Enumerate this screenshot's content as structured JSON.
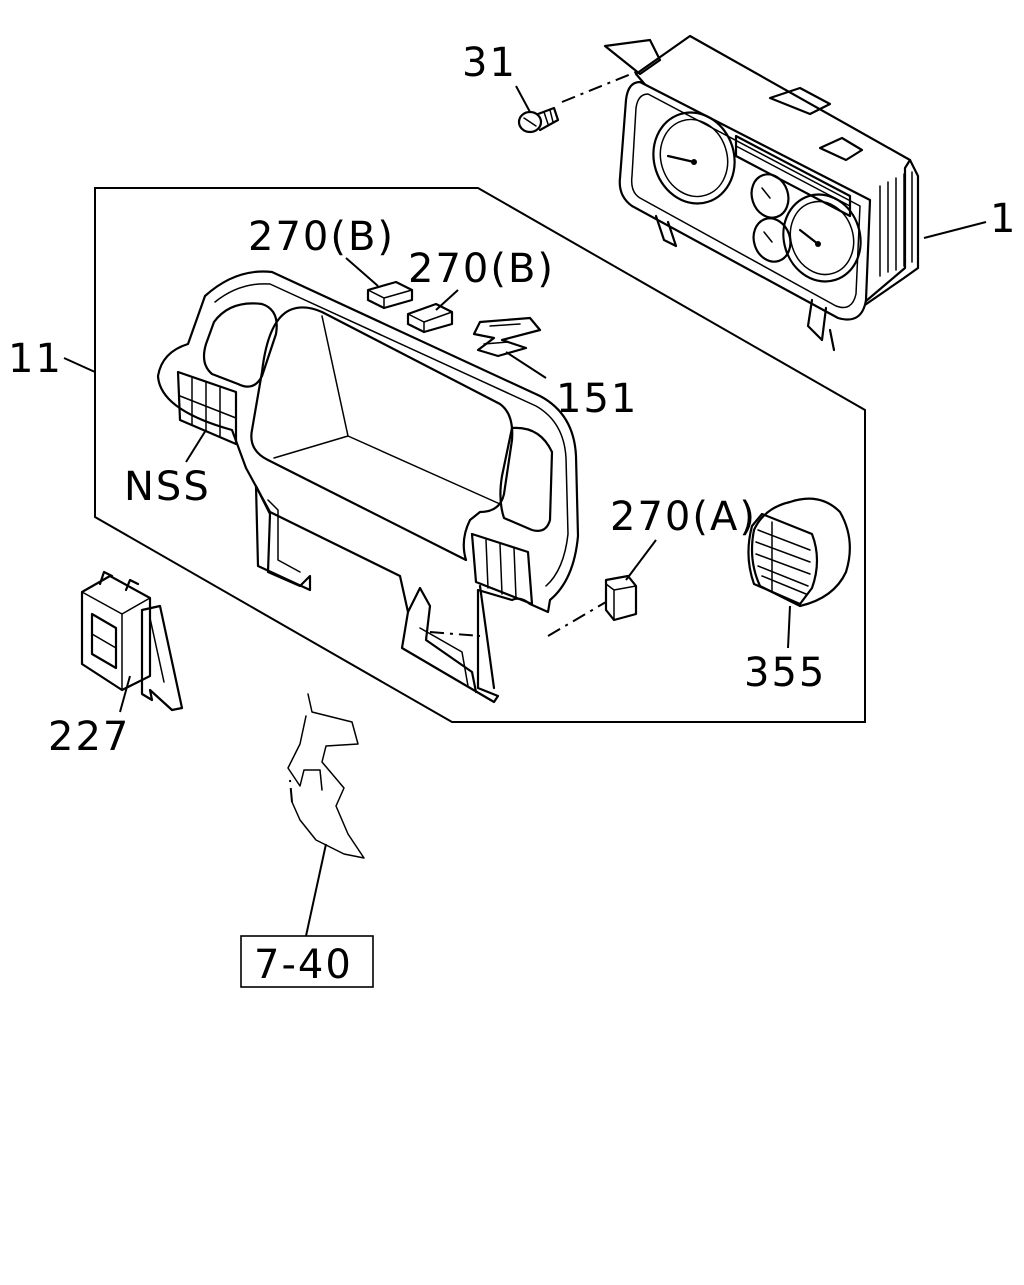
{
  "labels": {
    "part_1": "1",
    "part_11": "11",
    "part_31": "31",
    "part_151": "151",
    "part_227": "227",
    "part_270a": "270(A)",
    "part_270b_1": "270(B)",
    "part_270b_2": "270(B)",
    "part_355": "355",
    "part_nss": "NSS",
    "ref_7_40": "7-40"
  },
  "colors": {
    "line": "#000000",
    "background": "#ffffff"
  }
}
